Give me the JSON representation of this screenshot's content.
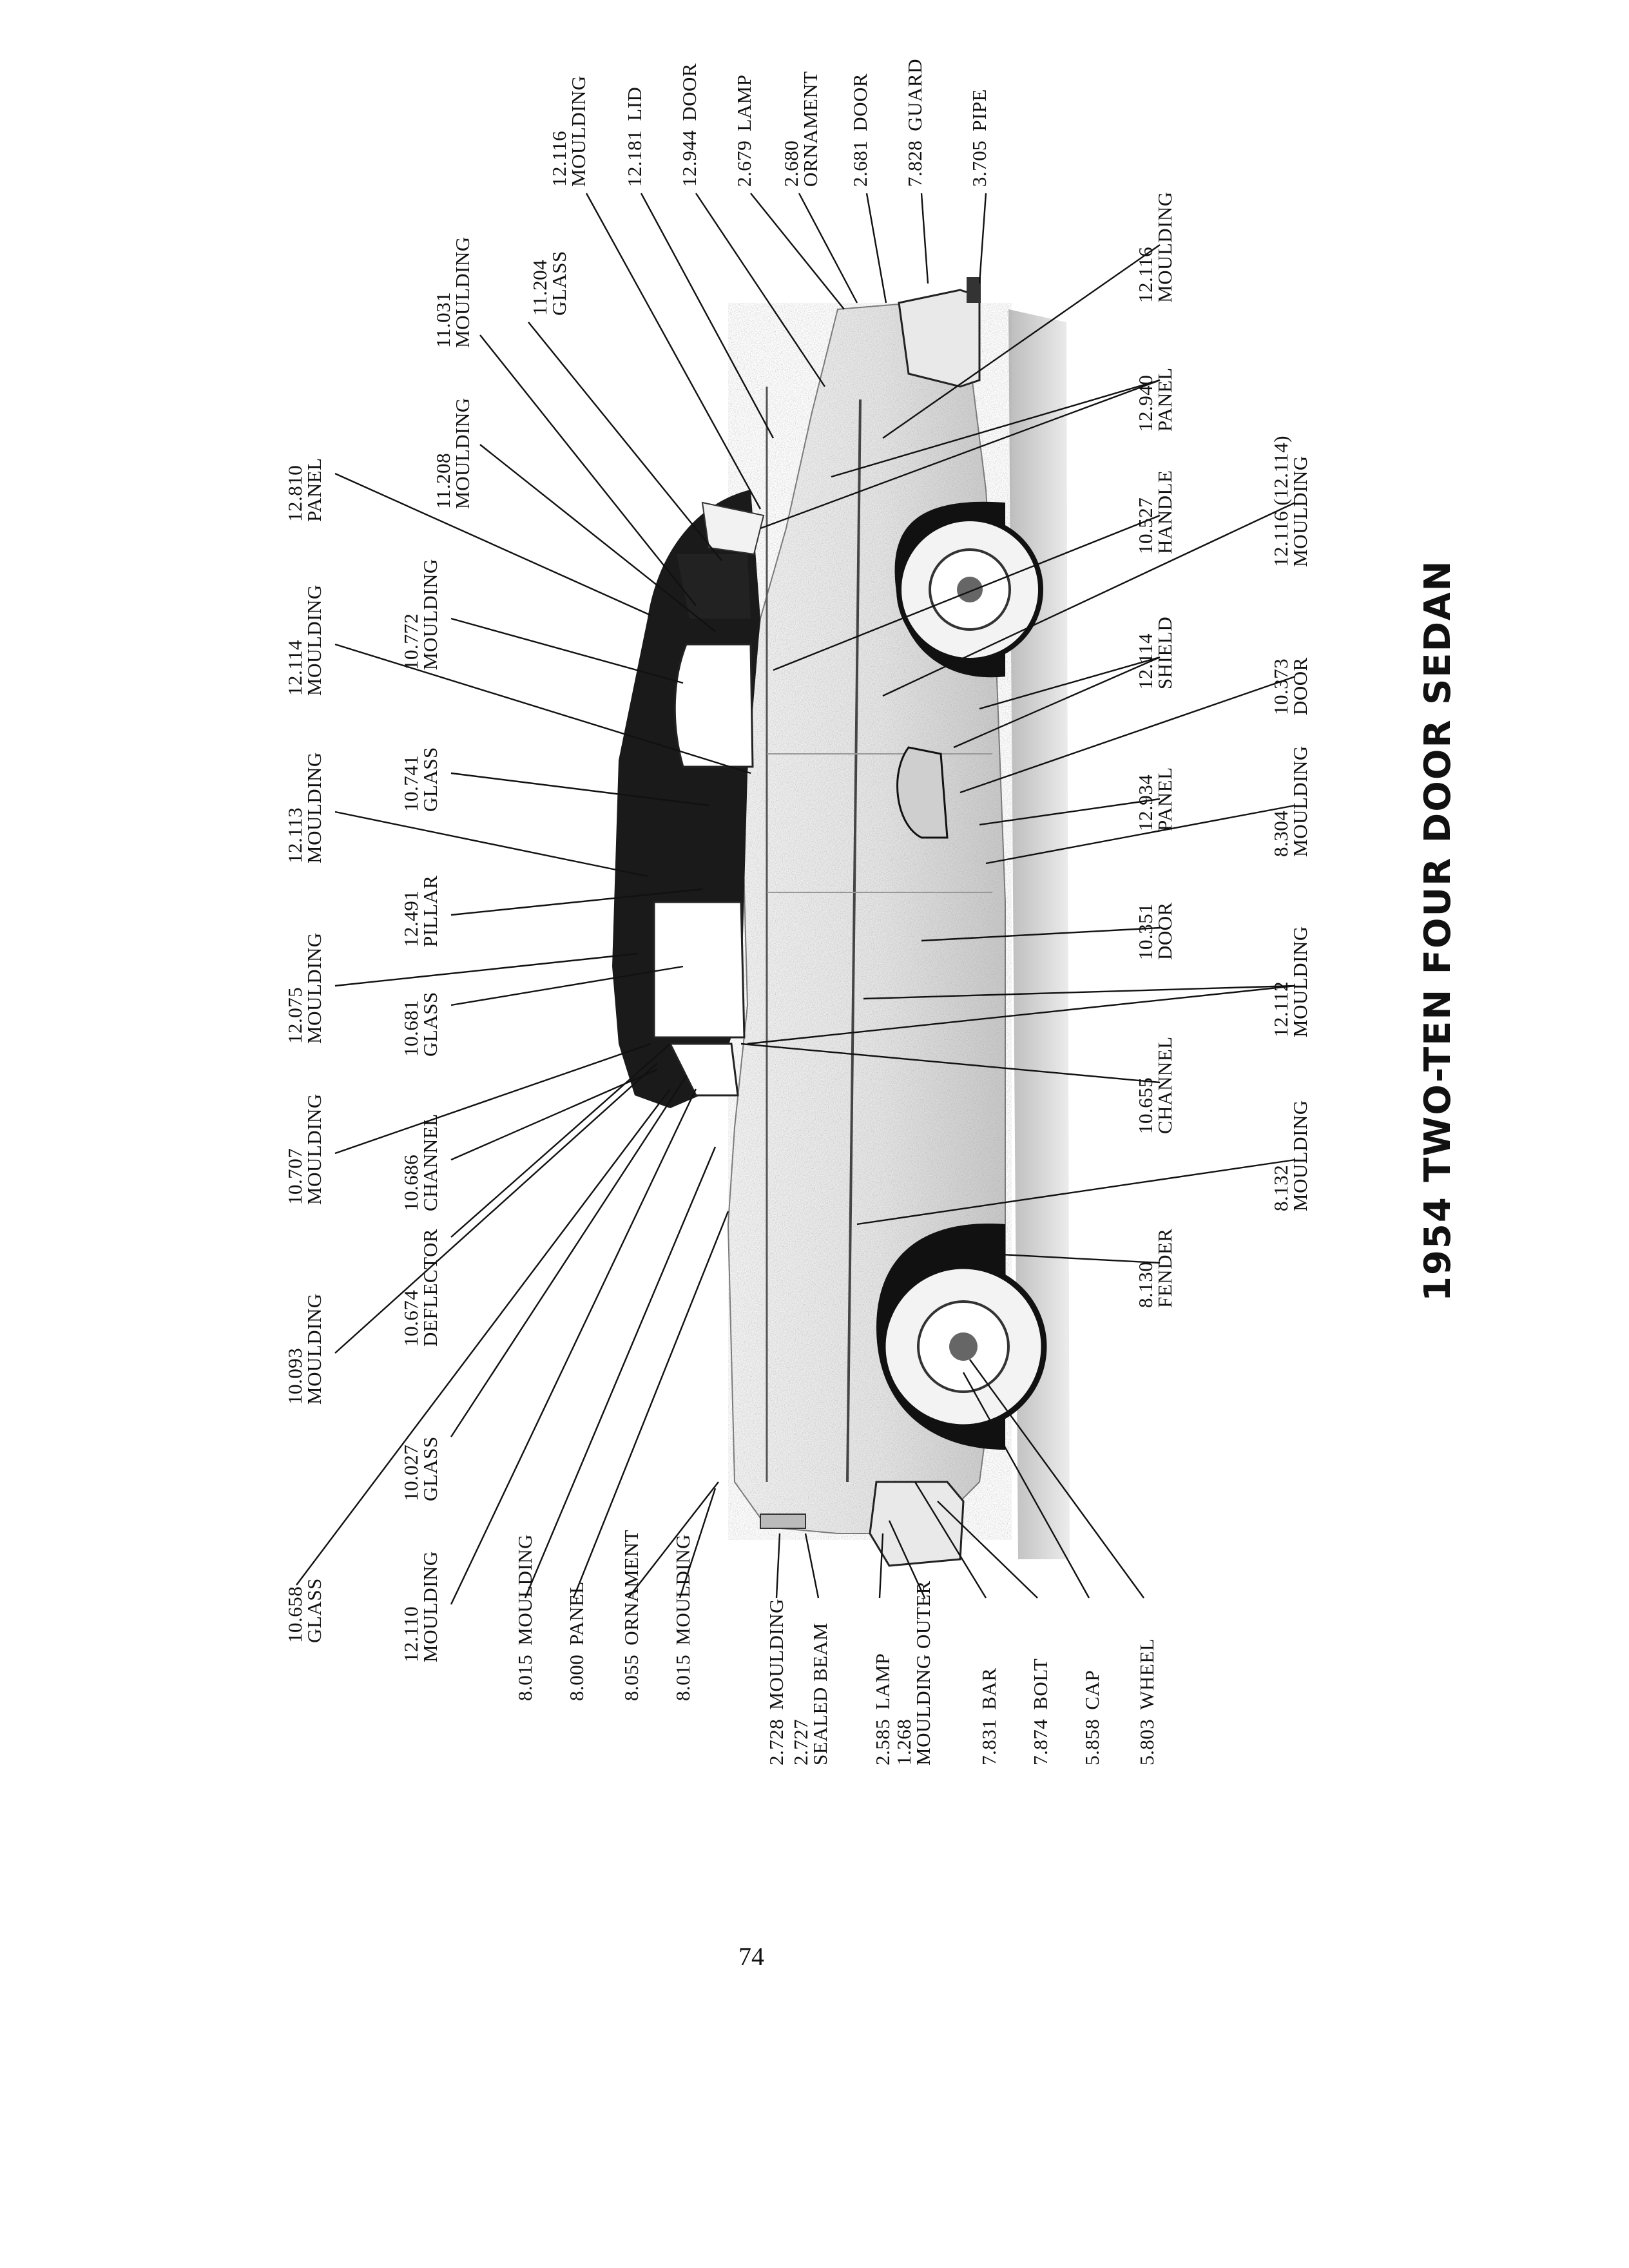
{
  "title": "1954 TWO-TEN FOUR DOOR SEDAN",
  "page_number": "74",
  "labels": [
    {
      "num": "10.658",
      "name": "GLASS"
    },
    {
      "num": "10.093",
      "name": "MOULDING"
    },
    {
      "num": "10.707",
      "name": "MOULDING"
    },
    {
      "num": "12.075",
      "name": "MOULDING"
    },
    {
      "num": "12.113",
      "name": "MOULDING"
    },
    {
      "num": "12.114",
      "name": "MOULDING"
    },
    {
      "num": "12.810",
      "name": "PANEL"
    },
    {
      "num": "12.110",
      "name": "MOULDING"
    },
    {
      "num": "10.027",
      "name": "GLASS"
    },
    {
      "num": "10.674",
      "name": "DEFLECTOR"
    },
    {
      "num": "10.686",
      "name": "CHANNEL"
    },
    {
      "num": "10.681",
      "name": "GLASS"
    },
    {
      "num": "12.491",
      "name": "PILLAR"
    },
    {
      "num": "10.741",
      "name": "GLASS"
    },
    {
      "num": "10.772",
      "name": "MOULDING"
    },
    {
      "num": "11.208",
      "name": "MOULDING"
    },
    {
      "num": "11.031",
      "name": "MOULDING"
    },
    {
      "num": "11.204",
      "name": "GLASS"
    },
    {
      "num": "12.116",
      "name": "MOULDING"
    },
    {
      "num": "12.181",
      "name": "LID"
    },
    {
      "num": "12.944",
      "name": "DOOR"
    },
    {
      "num": "2.679",
      "name": "LAMP"
    },
    {
      "num": "2.680",
      "name": "ORNAMENT"
    },
    {
      "num": "2.681",
      "name": "DOOR"
    },
    {
      "num": "7.828",
      "name": "GUARD"
    },
    {
      "num": "3.705",
      "name": "PIPE"
    },
    {
      "num": "8.015",
      "name": "MOULDING"
    },
    {
      "num": "8.000",
      "name": "PANEL"
    },
    {
      "num": "8.055",
      "name": "ORNAMENT"
    },
    {
      "num": "8.015",
      "name": "MOULDING"
    },
    {
      "num": "2.728",
      "name": "MOULDING"
    },
    {
      "num": "2.727",
      "name": "SEALED BEAM"
    },
    {
      "num": "2.585",
      "name": "LAMP"
    },
    {
      "num": "1.268",
      "name": "MOULDING OUTER"
    },
    {
      "num": "7.831",
      "name": "BAR"
    },
    {
      "num": "7.874",
      "name": "BOLT"
    },
    {
      "num": "5.858",
      "name": "CAP"
    },
    {
      "num": "5.803",
      "name": "WHEEL"
    },
    {
      "num": "8.130",
      "name": "FENDER"
    },
    {
      "num": "10.655",
      "name": "CHANNEL"
    },
    {
      "num": "10.351",
      "name": "DOOR"
    },
    {
      "num": "12.934",
      "name": "PANEL"
    },
    {
      "num": "12.114",
      "name": "SHIELD"
    },
    {
      "num": "10.527",
      "name": "HANDLE"
    },
    {
      "num": "12.940",
      "name": "PANEL"
    },
    {
      "num": "12.116",
      "name": "MOULDING"
    },
    {
      "num": "8.132",
      "name": "MOULDING"
    },
    {
      "num": "12.112",
      "name": "MOULDING"
    },
    {
      "num": "8.304",
      "name": "MOULDING"
    },
    {
      "num": "10.373",
      "name": "DOOR"
    },
    {
      "num": "12.116 (12.114)",
      "name": "MOULDING"
    }
  ]
}
